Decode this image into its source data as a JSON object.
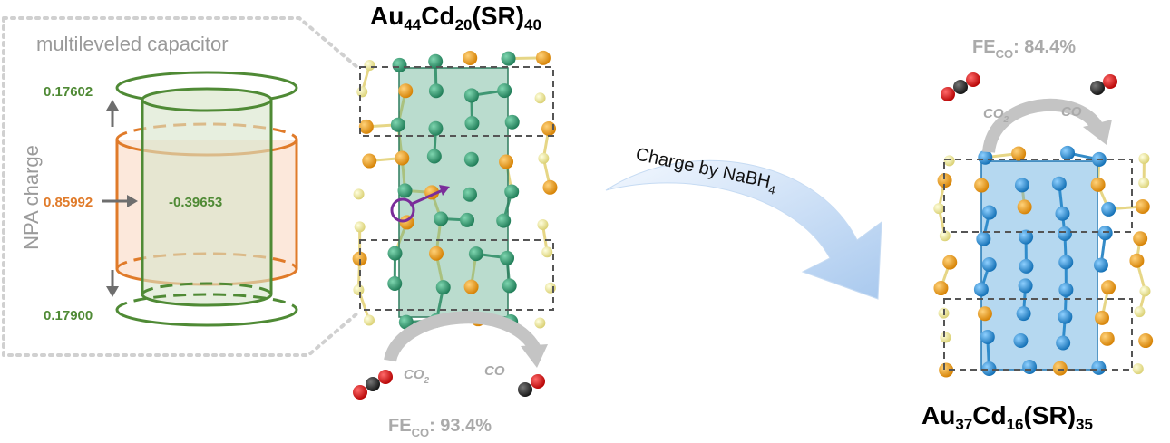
{
  "capacitor": {
    "title": "multileveled capacitor",
    "axis_label": "NPA charge",
    "top_value": "0.17602",
    "middle_value": "0.85992",
    "bottom_value": "0.17900",
    "core_value": "-0.39653"
  },
  "cluster_left": {
    "formula": {
      "au": "Au",
      "au_n": "44",
      "cd": "Cd",
      "cd_n": "20",
      "sr": "(SR)",
      "sr_n": "40"
    },
    "fe_prefix": "FE",
    "fe_sub": "CO",
    "fe_value": ": 93.4%",
    "co2_label": "CO",
    "co2_sub": "2",
    "co_label": "CO"
  },
  "arrow": {
    "label": "Charge by NaBH",
    "label_sub": "4"
  },
  "cluster_right": {
    "formula": {
      "au": "Au",
      "au_n": "37",
      "cd": "Cd",
      "cd_n": "16",
      "sr": "(SR)",
      "sr_n": "35"
    },
    "fe_prefix": "FE",
    "fe_sub": "CO",
    "fe_value": ": 84.4%",
    "co2_label": "CO",
    "co2_sub": "2",
    "co_label": "CO"
  },
  "colors": {
    "green": "#4f8a35",
    "orange": "#e07b2a",
    "teal_cluster": "#2e9a6e",
    "blue_cluster": "#1e8fd8",
    "gold_atom": "#f0a020",
    "sulfur": "#f3ec9a",
    "grey_text": "#aaaaaa"
  }
}
